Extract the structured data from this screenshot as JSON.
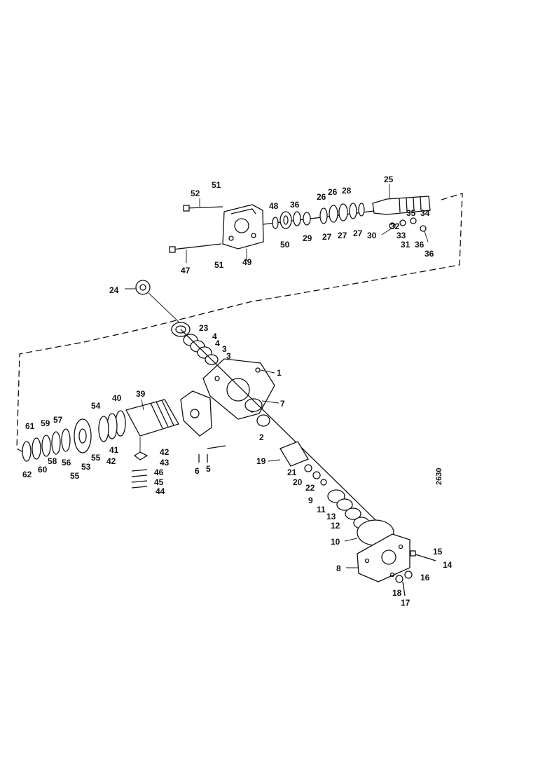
{
  "diagram": {
    "side_code": "2630",
    "labels": {
      "l1": "1",
      "l2": "2",
      "l3": "3",
      "l4a": "4",
      "l4b": "4",
      "l5": "5",
      "l6": "6",
      "l7": "7",
      "l8": "8",
      "l9": "9",
      "l10": "10",
      "l11": "11",
      "l12": "12",
      "l13": "13",
      "l14": "14",
      "l15": "15",
      "l16": "16",
      "l17": "17",
      "l18": "18",
      "l19": "19",
      "l20": "20",
      "l21": "21",
      "l22": "22",
      "l23": "23",
      "l24": "24",
      "l25": "25",
      "l26": "26",
      "l26b": "26",
      "l27a": "27",
      "l27b": "27",
      "l27c": "27",
      "l28": "28",
      "l29": "29",
      "l30": "30",
      "l31": "31",
      "l32": "32",
      "l33": "33",
      "l34": "34",
      "l35": "35",
      "l36a": "36",
      "l36b": "36",
      "l39": "39",
      "l40": "40",
      "l41": "41",
      "l42a": "42",
      "l42b": "42",
      "l43": "43",
      "l44": "44",
      "l45": "45",
      "l46": "46",
      "l47": "47",
      "l48": "48",
      "l49": "49",
      "l50": "50",
      "l51a": "51",
      "l51b": "51",
      "l52": "52",
      "l53": "53",
      "l54": "54",
      "l55a": "55",
      "l55b": "55",
      "l56": "56",
      "l57": "57",
      "l58": "58",
      "l59": "59",
      "l60": "60",
      "l61": "61",
      "l62": "62",
      "l3b": "3"
    }
  }
}
